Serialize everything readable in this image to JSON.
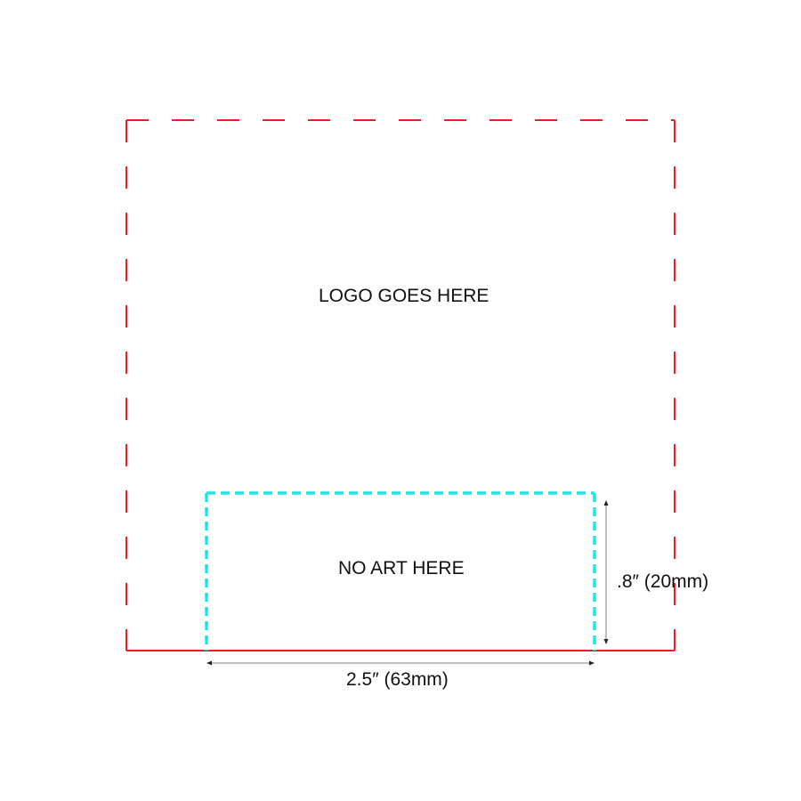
{
  "diagram": {
    "logo_area_label": "LOGO GOES HERE",
    "no_art_label": "NO ART HERE",
    "height_dimension": ".8″ (20mm)",
    "width_dimension": "2.5″ (63mm)",
    "colors": {
      "logo_boundary": "#ee1c24",
      "no_art_boundary": "#1ce6ea",
      "dimension_line": "#aaaaaa",
      "text": "#111111"
    }
  }
}
